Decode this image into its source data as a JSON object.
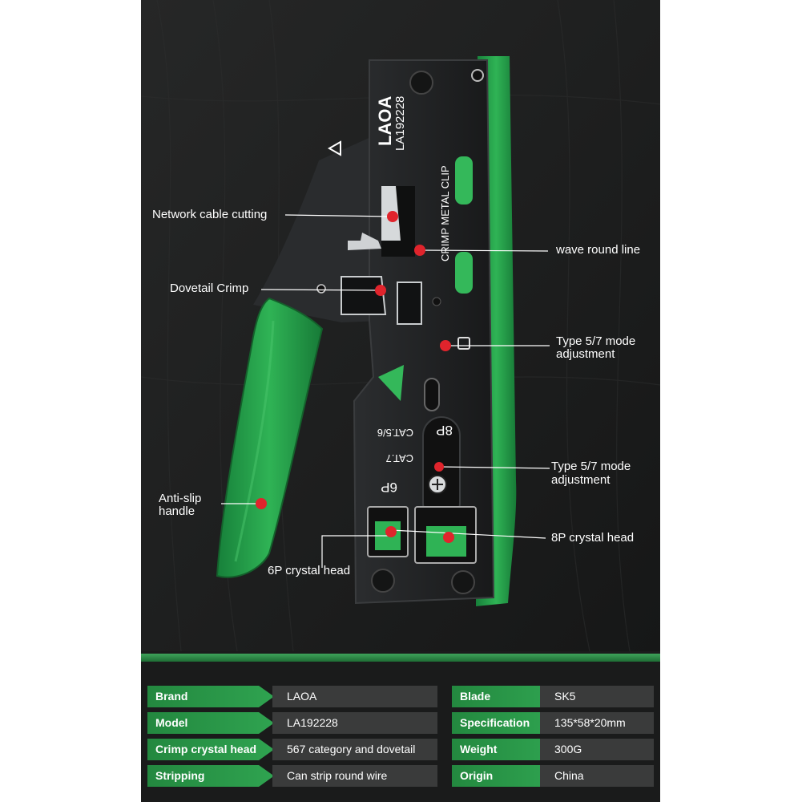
{
  "brand_logo_text": "LAOA",
  "tool_text": {
    "model": "LA192228",
    "crimp_metal_clip": "CRIMP METAL CLIP",
    "cat56": "CAT.5/6",
    "cat7": "CAT.7",
    "p8": "8P",
    "p6": "6P"
  },
  "callouts": {
    "network_cable_cutting": "Network cable cutting",
    "wave_round_line": "wave round line",
    "dovetail_crimp": "Dovetail Crimp",
    "type57_a_line1": "Type 5/7 mode",
    "type57_a_line2": "adjustment",
    "type57_b_line1": "Type 5/7 mode",
    "type57_b_line2": "adjustment",
    "antislip_line1": "Anti-slip",
    "antislip_line2": "handle",
    "p8_crystal_head": "8P crystal head",
    "p6_crystal_head": "6P crystal head"
  },
  "specs": {
    "left": [
      {
        "label": "Brand",
        "value": "LAOA"
      },
      {
        "label": "Model",
        "value": "LA192228"
      },
      {
        "label": "Crimp crystal head",
        "value": "567 category and dovetail"
      },
      {
        "label": "Stripping",
        "value": "Can strip round wire"
      }
    ],
    "right": [
      {
        "label": "Blade",
        "value": "SK5"
      },
      {
        "label": "Specification",
        "value": "135*58*20mm"
      },
      {
        "label": "Weight",
        "value": "300G"
      },
      {
        "label": "Origin",
        "value": "China"
      }
    ]
  },
  "colors": {
    "accent_green": "#2fa350",
    "tool_black": "#1e1f20",
    "marker_red": "#e0242c",
    "background": "#1b1c1c"
  }
}
